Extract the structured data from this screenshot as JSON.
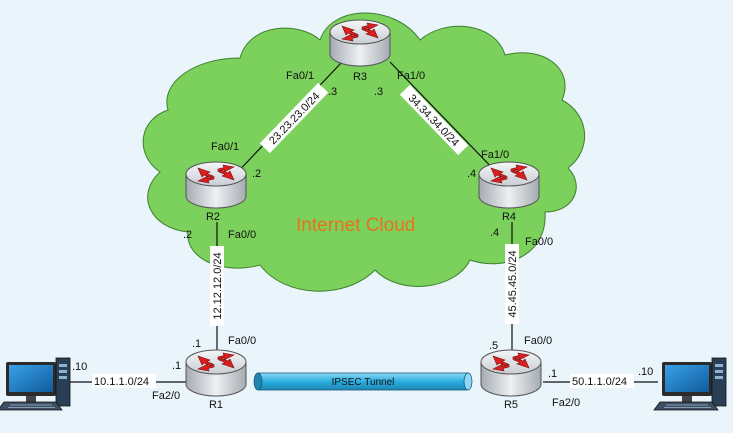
{
  "cloud": {
    "label": "Internet Cloud",
    "fill": "#7bd15b"
  },
  "routers": [
    {
      "id": "R3",
      "name": "R3"
    },
    {
      "id": "R2",
      "name": "R2"
    },
    {
      "id": "R4",
      "name": "R4"
    },
    {
      "id": "R1",
      "name": "R1"
    },
    {
      "id": "R5",
      "name": "R5"
    }
  ],
  "interfaces": {
    "r3_left": "Fa0/1",
    "r3_right": "Fa1/0",
    "r2_top": "Fa0/1",
    "r2_bottom": "Fa0/0",
    "r4_top": "Fa1/0",
    "r4_bottom": "Fa0/0",
    "r1_top": "Fa0/0",
    "r1_left": "Fa2/0",
    "r5_top": "Fa0/0",
    "r5_right": "Fa2/0"
  },
  "hosts": {
    "r3_left": ".3",
    "r3_right": ".3",
    "r2_top": ".2",
    "r2_bottom": ".2",
    "r4_top": ".4",
    "r4_bottom": ".4",
    "r1_top": ".1",
    "r1_left": ".1",
    "r5_top": ".5",
    "r5_right": ".1",
    "pc_left": ".10",
    "pc_right": ".10"
  },
  "networks": {
    "r2_r3": "23.23.23.0/24",
    "r3_r4": "34.34.34.0/24",
    "r1_r2": "12.12.12.0/24",
    "r4_r5": "45.45.45.0/24",
    "lan_left": "10.1.1.0/24",
    "lan_right": "50.1.1.0/24"
  },
  "tunnel": {
    "label": "IPSEC Tunnel",
    "fill": "#2aaee0"
  },
  "colors": {
    "router_arrow": "#d91f1f",
    "pc_screen": "#1a7cc4"
  }
}
